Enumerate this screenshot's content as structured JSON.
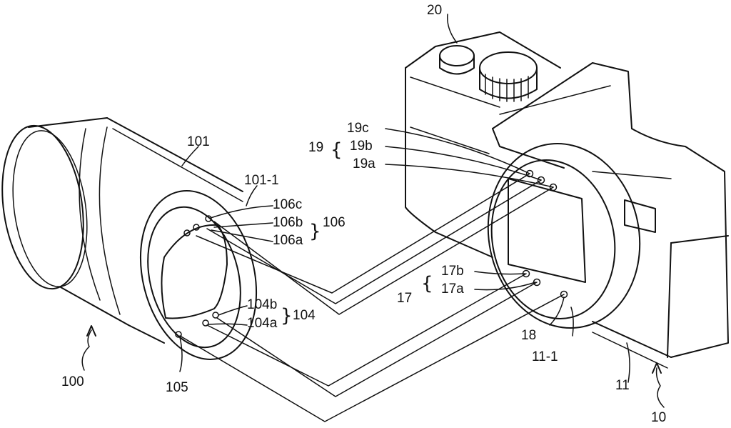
{
  "labels": {
    "camera_body": "10",
    "body_part": "11",
    "mount_body": "11-1",
    "contact_group_17": "17",
    "contact_17a": "17a",
    "contact_17b": "17b",
    "pin_18": "18",
    "contact_group_19": "19",
    "contact_19a": "19a",
    "contact_19b": "19b",
    "contact_19c": "19c",
    "button_20": "20",
    "lens_unit": "100",
    "lens_barrel": "101",
    "mount_lens": "101-1",
    "contact_group_104": "104",
    "contact_104a": "104a",
    "contact_104b": "104b",
    "pin_105": "105",
    "contact_group_106": "106",
    "contact_106a": "106a",
    "contact_106b": "106b",
    "contact_106c": "106c"
  }
}
